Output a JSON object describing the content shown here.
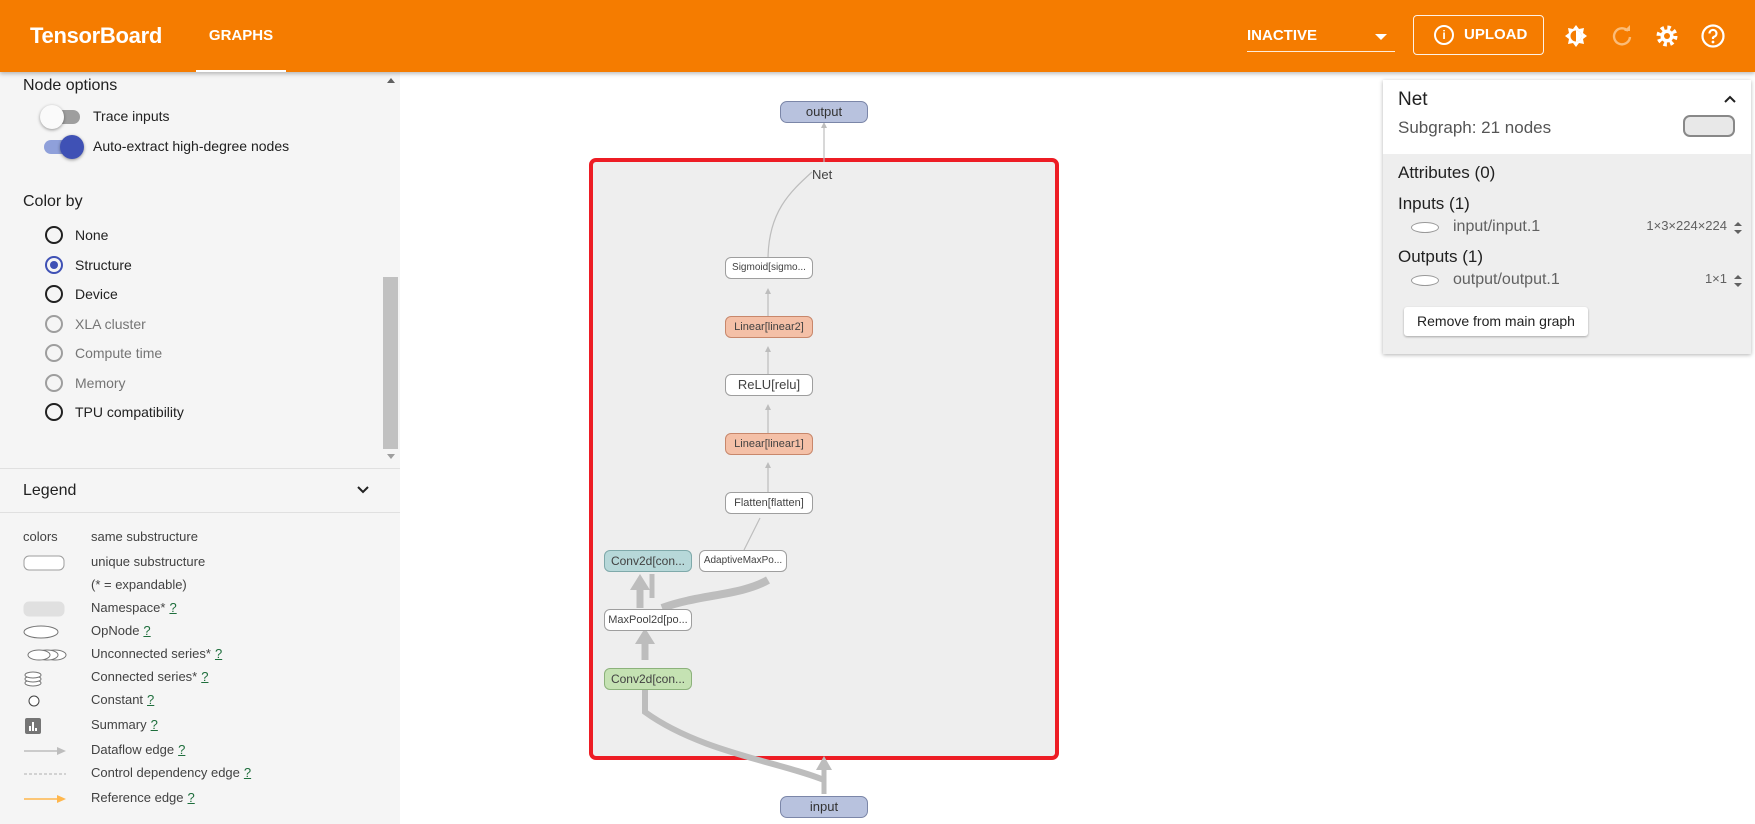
{
  "header": {
    "brand": "TensorBoard",
    "active_tab": "GRAPHS",
    "run_select_value": "INACTIVE",
    "upload_label": "UPLOAD",
    "upload_info_glyph": "i",
    "icons": [
      "brightness-icon",
      "refresh-icon",
      "settings-icon",
      "help-icon"
    ]
  },
  "sidebar": {
    "node_options_title": "Node options",
    "toggles": [
      {
        "label": "Trace inputs",
        "on": false
      },
      {
        "label": "Auto-extract high-degree nodes",
        "on": true
      }
    ],
    "color_by_title": "Color by",
    "color_by_options": [
      {
        "label": "None",
        "selected": false,
        "disabled": false
      },
      {
        "label": "Structure",
        "selected": true,
        "disabled": false
      },
      {
        "label": "Device",
        "selected": false,
        "disabled": false
      },
      {
        "label": "XLA cluster",
        "selected": false,
        "disabled": true
      },
      {
        "label": "Compute time",
        "selected": false,
        "disabled": true
      },
      {
        "label": "Memory",
        "selected": false,
        "disabled": true
      },
      {
        "label": "TPU compatibility",
        "selected": false,
        "disabled": false
      }
    ],
    "legend_title": "Legend",
    "legend": [
      {
        "symbol": "colors",
        "text": "same substructure",
        "help": ""
      },
      {
        "symbol": "rounded-rect",
        "text": "unique substructure",
        "help": ""
      },
      {
        "symbol": "",
        "text": "(* = expandable)",
        "help": ""
      },
      {
        "symbol": "namespace",
        "text": "Namespace*",
        "help": "?"
      },
      {
        "symbol": "opnode",
        "text": "OpNode",
        "help": "?"
      },
      {
        "symbol": "unconnected-series",
        "text": "Unconnected series*",
        "help": "?"
      },
      {
        "symbol": "connected-series",
        "text": "Connected series*",
        "help": "?"
      },
      {
        "symbol": "constant",
        "text": "Constant",
        "help": "?"
      },
      {
        "symbol": "summary",
        "text": "Summary",
        "help": "?"
      },
      {
        "symbol": "dataflow-edge",
        "text": "Dataflow edge",
        "help": "?"
      },
      {
        "symbol": "control-edge",
        "text": "Control dependency edge",
        "help": "?"
      },
      {
        "symbol": "reference-edge",
        "text": "Reference edge",
        "help": "?"
      }
    ]
  },
  "graph": {
    "net_label": "Net",
    "nodes": {
      "output": "output",
      "input": "input",
      "sigmoid": "Sigmoid[sigmo...",
      "linear2": "Linear[linear2]",
      "relu": "ReLU[relu]",
      "linear1": "Linear[linear1]",
      "flatten": "Flatten[flatten]",
      "conv2": "Conv2d[con...",
      "adaptive": "AdaptiveMaxPo...",
      "maxpool": "MaxPool2d[po...",
      "conv1": "Conv2d[con..."
    },
    "colors": {
      "selection_border": "#ed1c24",
      "io_node": "#b8c2de",
      "linear_node": "#f4c0a7",
      "conv_blue": "#b7d8d9",
      "conv_green": "#c5e2b3"
    }
  },
  "info_panel": {
    "title": "Net",
    "subtitle": "Subgraph: 21 nodes",
    "attributes_title": "Attributes (0)",
    "inputs_title": "Inputs (1)",
    "input_name": "input/input.1",
    "input_shape": "1×3×224×224",
    "outputs_title": "Outputs (1)",
    "output_name": "output/output.1",
    "output_shape": "1×1",
    "remove_label": "Remove from main graph"
  },
  "colors": {
    "header_bg": "#f57c00",
    "accent": "#3f51b5"
  }
}
